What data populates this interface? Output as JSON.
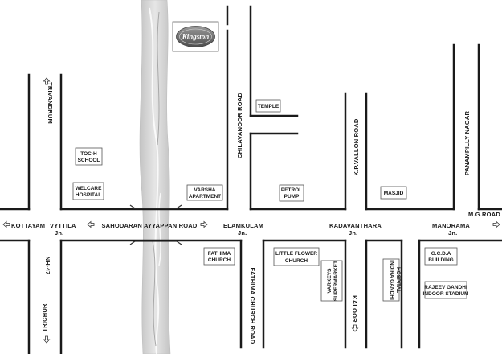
{
  "logo": {
    "text": "Kingston"
  },
  "roads": {
    "sahodaran": "SAHODARAN AYYAPPAN ROAD",
    "kottayam": "KOTTAYAM",
    "vyttila": "VYTTILA",
    "vyttila_jn": "Jn.",
    "elamkulam": "ELAMKULAM",
    "elamkulam_jn": "Jn.",
    "kadavanthara": "KADAVANTHARA",
    "kadavanthara_jn": "Jn.",
    "manorama": "MANORAMA",
    "manorama_jn": "Jn.",
    "mg_road": "M.G.ROAD",
    "trivandrum": "TRIVANDRUM",
    "nh47": "NH-47",
    "trichur": "TRICHUR",
    "chilavanoor": "CHILAVANOOR ROAD",
    "kp_vallon": "K.P.VALLON ROAD",
    "panampilly": "PANAMPILLY NAGAR",
    "fathima_church_road": "FATHIMA CHURCH ROAD",
    "kaloor": "KALOOR"
  },
  "landmarks": {
    "toch": [
      "TOC-H",
      "SCHOOL"
    ],
    "welcare": [
      "WELCARE",
      "HOSPITAL"
    ],
    "varsha": [
      "VARSHA",
      "APARTMENT"
    ],
    "temple": [
      "TEMPLE"
    ],
    "petrol": [
      "PETROL",
      "PUMP"
    ],
    "masjid": [
      "MASJID"
    ],
    "fathima_church": [
      "FATHIMA",
      "CHURCH"
    ],
    "little_flower": [
      "LITTLE FLOWER",
      "CHURCH"
    ],
    "varkeys": [
      "VARKEYS",
      "SUPERMARKET"
    ],
    "indira": [
      "INDIRA GANDHI",
      "HOSPITAL"
    ],
    "gcda": [
      "G.C.D.A",
      "BUILDING"
    ],
    "rajeev": [
      "RAJEEV GANDHI",
      "INDOOR STADIUM"
    ]
  },
  "colors": {
    "road_line": "#1a1a1a",
    "canal": "#d4d4d4",
    "background": "#ffffff"
  },
  "icons": [
    "direction-arrow-icon",
    "kingston-logo-icon"
  ]
}
